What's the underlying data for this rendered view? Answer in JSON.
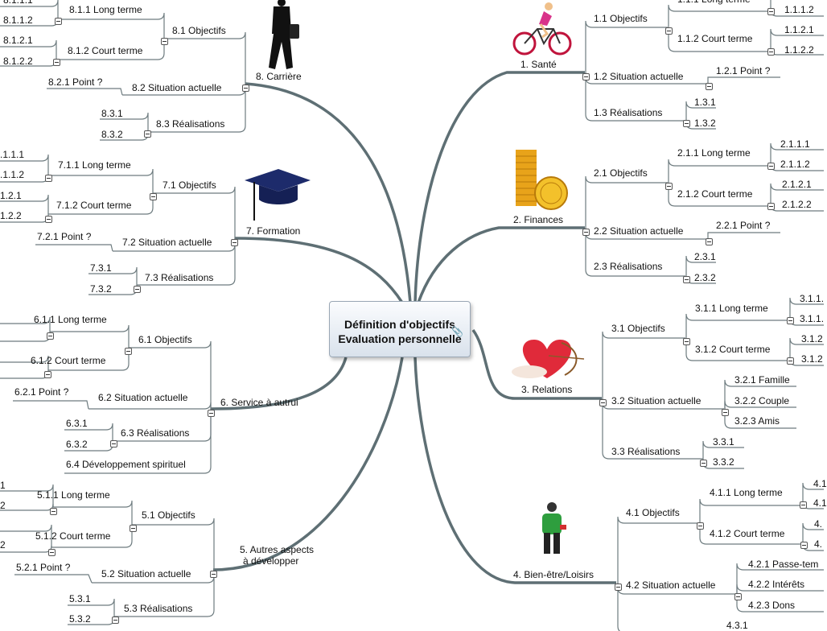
{
  "center": {
    "title": "Définition d'objectifs",
    "subtitle": "Evaluation personnelle"
  },
  "labels": {
    "n1": "1.  Santé",
    "n1_1": "1.1  Objectifs",
    "n1_1_1": "1.1.1  Long terme",
    "n1_1_1a": "1.1.1.2",
    "n1_1_2": "1.1.2  Court terme",
    "n1_1_2a": "1.1.2.1",
    "n1_1_2b": "1.1.2.2",
    "n1_2": "1.2  Situation actuelle",
    "n1_2_1": "1.2.1  Point ?",
    "n1_3": "1.3  Réalisations",
    "n1_3a": "1.3.1",
    "n1_3b": "1.3.2",
    "n2": "2.  Finances",
    "n2_1": "2.1  Objectifs",
    "n2_1_1": "2.1.1  Long terme",
    "n2_1_1a": "2.1.1.1",
    "n2_1_1b": "2.1.1.2",
    "n2_1_2": "2.1.2  Court terme",
    "n2_1_2a": "2.1.2.1",
    "n2_1_2b": "2.1.2.2",
    "n2_2": "2.2  Situation actuelle",
    "n2_2_1": "2.2.1  Point ?",
    "n2_3": "2.3  Réalisations",
    "n2_3a": "2.3.1",
    "n2_3b": "2.3.2",
    "n3": "3.  Relations",
    "n3_1": "3.1  Objectifs",
    "n3_1_1": "3.1.1  Long terme",
    "n3_1_1a": "3.1.1.",
    "n3_1_1b": "3.1.1.",
    "n3_1_2": "3.1.2  Court terme",
    "n3_1_2a": "3.1.2",
    "n3_1_2b": "3.1.2",
    "n3_2": "3.2  Situation actuelle",
    "n3_2_1": "3.2.1  Famille",
    "n3_2_2": "3.2.2  Couple",
    "n3_2_3": "3.2.3  Amis",
    "n3_3": "3.3  Réalisations",
    "n3_3a": "3.3.1",
    "n3_3b": "3.3.2",
    "n4": "4.  Bien-être/Loisirs",
    "n4_1": "4.1  Objectifs",
    "n4_1_1": "4.1.1  Long terme",
    "n4_1_1a": "4.1",
    "n4_1_1b": "4.1",
    "n4_1_2": "4.1.2  Court terme",
    "n4_1_2a": "4.",
    "n4_1_2b": "4.",
    "n4_2": "4.2  Situation actuelle",
    "n4_2_1": "4.2.1  Passe-tem",
    "n4_2_2": "4.2.2  Intérêts",
    "n4_2_3": "4.2.3  Dons",
    "n4_3a": "4.3.1",
    "n5": "5.   Autres aspects",
    "n5b": "à développer",
    "n5_1": "5.1  Objectifs",
    "n5_1_1": "5.1.1  Long terme",
    "n5_1_1a": "1",
    "n5_1_1b": "2",
    "n5_1_2": "5.1.2  Court terme",
    "n5_1_2b": "2",
    "n5_2": "5.2  Situation actuelle",
    "n5_2_1": "5.2.1  Point ?",
    "n5_3": "5.3  Réalisations",
    "n5_3a": "5.3.1",
    "n5_3b": "5.3.2",
    "n6": "6.  Service à autrui",
    "n6_1": "6.1  Objectifs",
    "n6_1_1": "6.1.1  Long terme",
    "n6_1_2": "6.1.2  Court terme",
    "n6_2": "6.2  Situation actuelle",
    "n6_2_1": "6.2.1  Point ?",
    "n6_3": "6.3  Réalisations",
    "n6_3a": "6.3.1",
    "n6_3b": "6.3.2",
    "n6_4": "6.4  Développement spirituel",
    "n7": "7.  Formation",
    "n7_1": "7.1  Objectifs",
    "n7_1_1": "7.1.1  Long terme",
    "n7_1_1a": ".1.1.1",
    "n7_1_1b": ".1.1.2",
    "n7_1_2": "7.1.2  Court terme",
    "n7_1_2a": "1.2.1",
    "n7_1_2b": "1.2.2",
    "n7_2": "7.2  Situation actuelle",
    "n7_2_1": "7.2.1  Point ?",
    "n7_3": "7.3  Réalisations",
    "n7_3a": "7.3.1",
    "n7_3b": "7.3.2",
    "n8": "8.  Carrière",
    "n8_1": "8.1  Objectifs",
    "n8_1_1": "8.1.1  Long terme",
    "n8_1_1a": "8.1.1.1",
    "n8_1_1b": "8.1.1.2",
    "n8_1_2": "8.1.2  Court terme",
    "n8_1_2a": "8.1.2.1",
    "n8_1_2b": "8.1.2.2",
    "n8_2": "8.2  Situation actuelle",
    "n8_2_1": "8.2.1  Point ?",
    "n8_3": "8.3  Réalisations",
    "n8_3a": "8.3.1",
    "n8_3b": "8.3.2"
  },
  "colors": {
    "line": "#6d7b7f",
    "branch": "#5e6f74",
    "accent_gold": "#e8a31a",
    "accent_blue": "#1d2b6b"
  },
  "icons": [
    "cyclist-icon",
    "coins-icon",
    "cupid-heart-icon",
    "skier-icon",
    "graduation-cap-icon",
    "businessman-icon",
    "attachment-icon"
  ]
}
